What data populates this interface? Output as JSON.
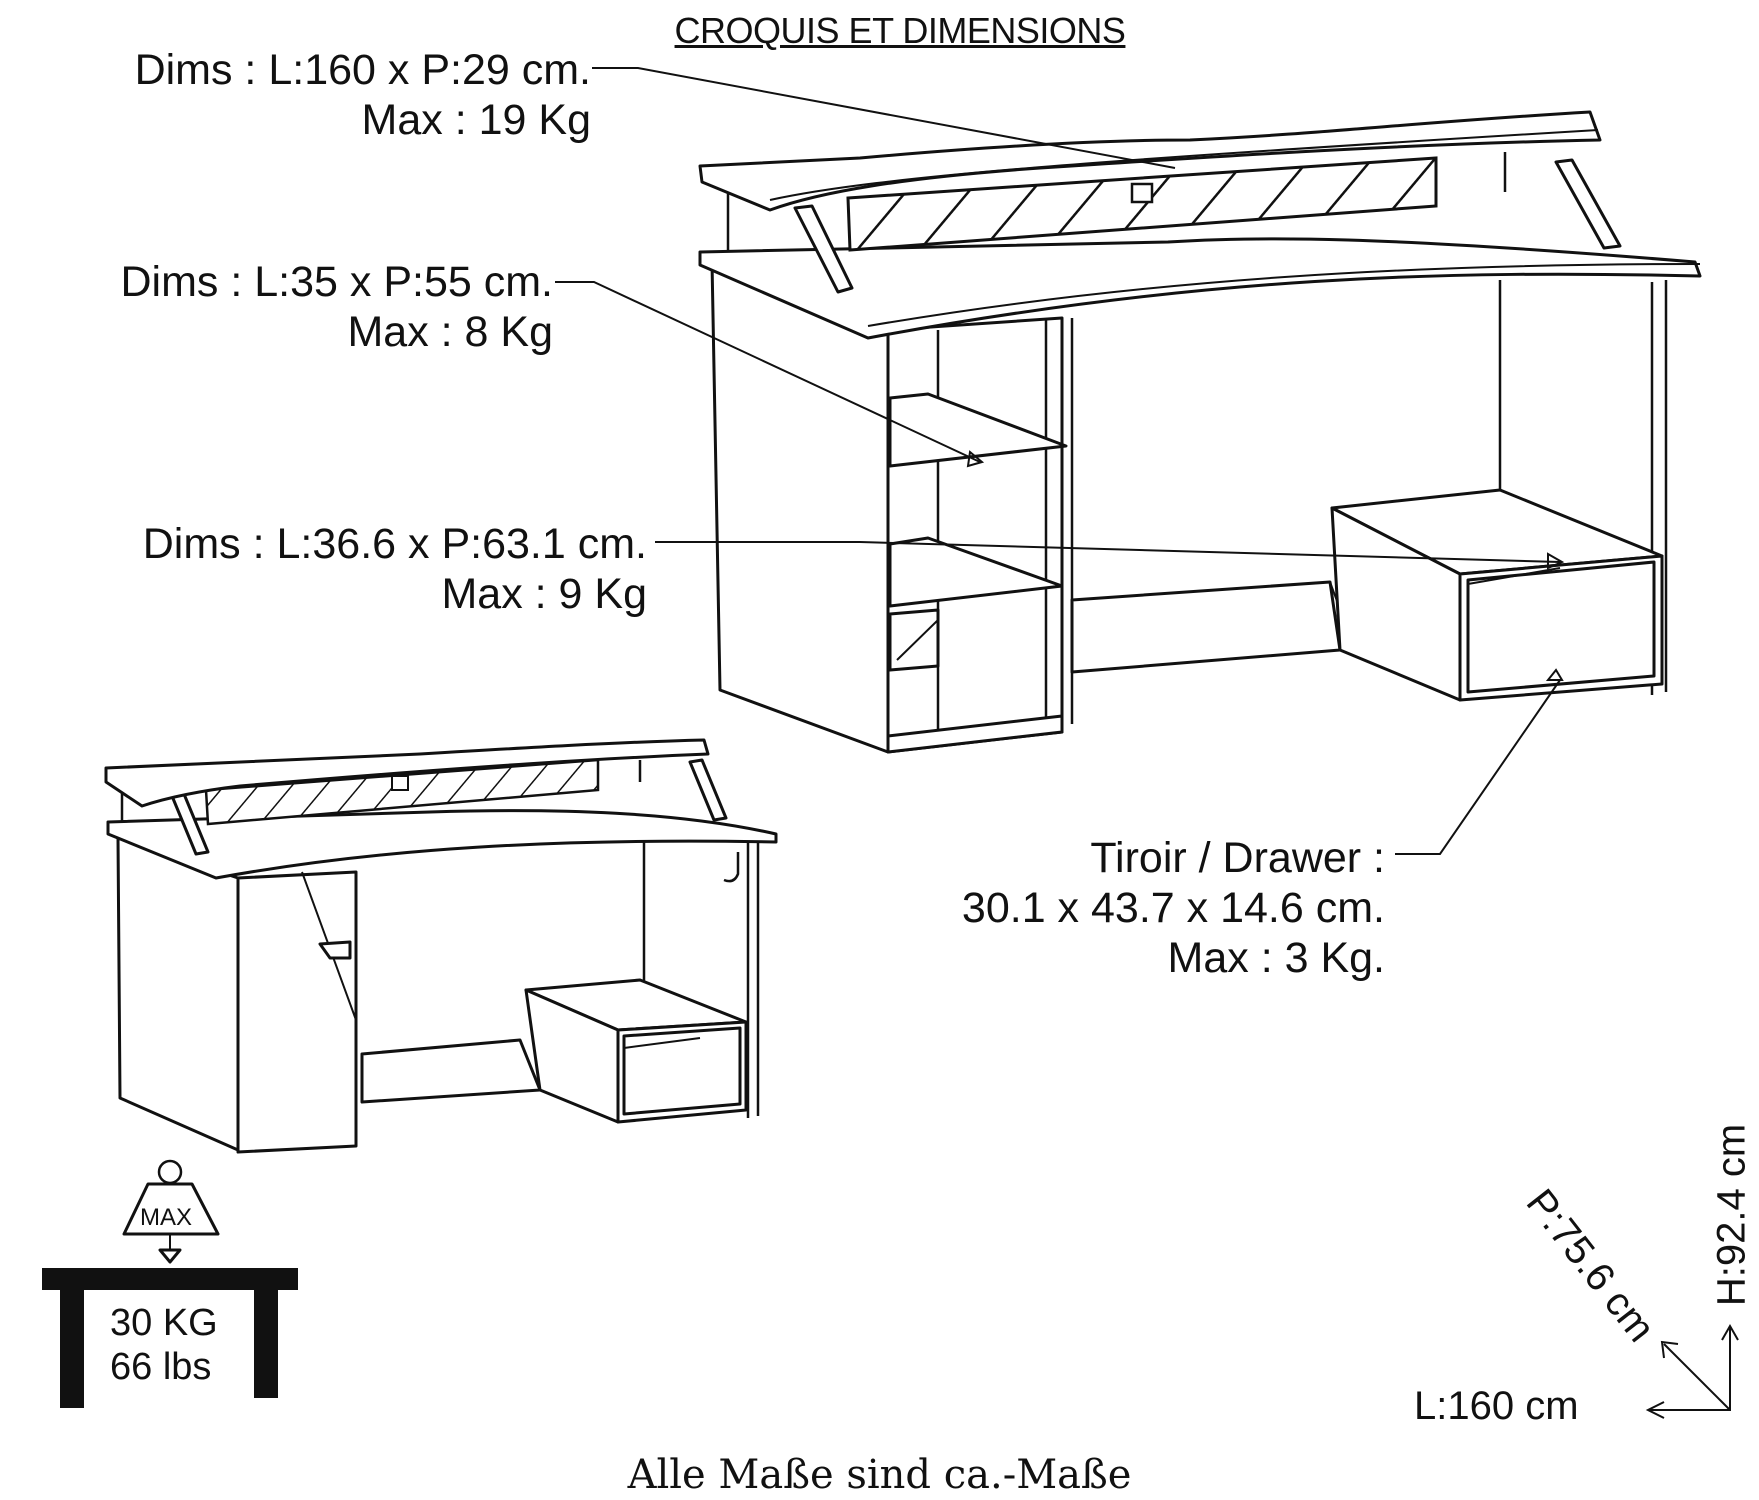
{
  "title": "CROQUIS ET DIMENSIONS",
  "callouts": {
    "shelf_top": {
      "line1": "Dims : L:160 x P:29 cm.",
      "line2": "Max : 19 Kg"
    },
    "shelf_small": {
      "line1": "Dims : L:35 x P:55 cm.",
      "line2": "Max : 8 Kg"
    },
    "shelf_mid": {
      "line1": "Dims : L:36.6 x P:63.1 cm.",
      "line2": "Max : 9 Kg"
    },
    "drawer": {
      "line1": "Tiroir / Drawer :",
      "line2": "30.1 x 43.7 x 14.6 cm.",
      "line3": "Max : 3 Kg."
    }
  },
  "load": {
    "weight_label": "MAX",
    "kg": "30 KG",
    "lbs": "66 lbs"
  },
  "dimensions": {
    "height": "H:92.4 cm",
    "depth": "P:75.6 cm",
    "length": "L:160 cm"
  },
  "footer": "Alle Maße sind ca.-Maße"
}
